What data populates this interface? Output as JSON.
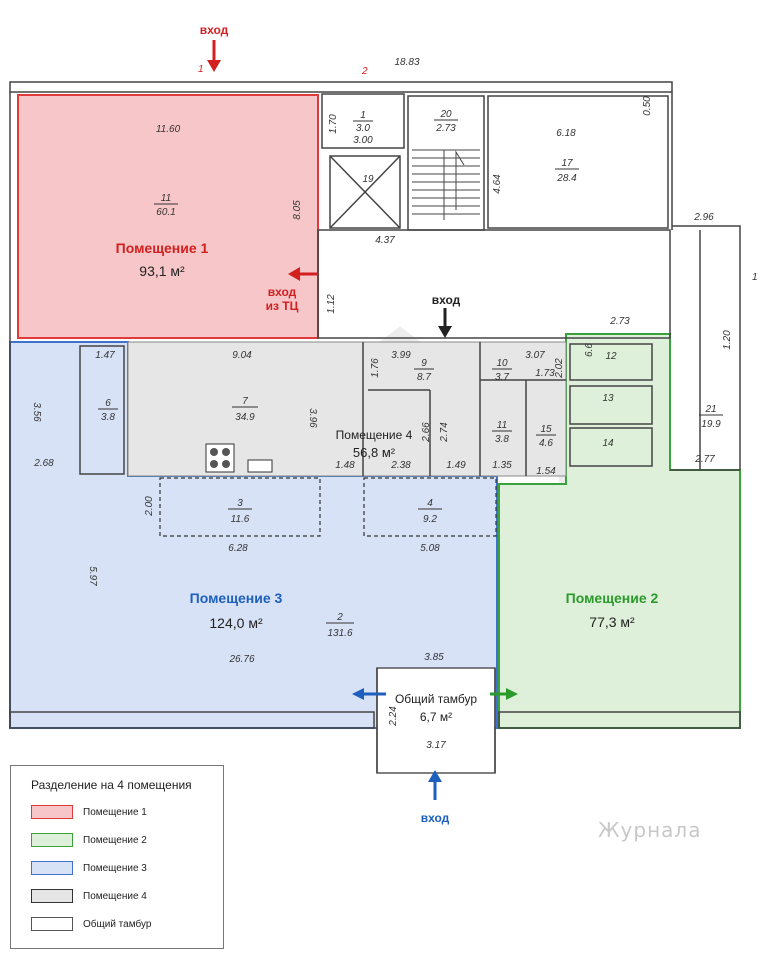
{
  "entrances": {
    "top": "вход",
    "corridor": "вход",
    "bottom": "вход",
    "from_mall_line1": "вход",
    "from_mall_line2": "из ТЦ"
  },
  "axes": {
    "a1": "1",
    "a2": "2",
    "right": "1"
  },
  "zones": [
    {
      "id": "z1",
      "title": "Помещение 1",
      "area": "93,1 м²",
      "color": "#d21f1f"
    },
    {
      "id": "z2",
      "title": "Помещение 2",
      "area": "77,3 м²",
      "color": "#2a9a2a"
    },
    {
      "id": "z3",
      "title": "Помещение 3",
      "area": "124,0 м²",
      "color": "#1c5fbd"
    },
    {
      "id": "z4",
      "title": "Помещение 4",
      "area": "56,8 м²",
      "color": "#222222"
    },
    {
      "id": "z5",
      "title": "Общий тамбур",
      "area": "6,7 м²",
      "color": "#222222"
    }
  ],
  "rooms": [
    {
      "num": "11",
      "area": "60.1"
    },
    {
      "num": "1",
      "area": "3.0"
    },
    {
      "num": "20",
      "area": "2.73"
    },
    {
      "num": "17",
      "area": "28.4"
    },
    {
      "num": "19",
      "area": ""
    },
    {
      "num": "6",
      "area": "3.8"
    },
    {
      "num": "7",
      "area": "34.9"
    },
    {
      "num": "9",
      "area": "8.7"
    },
    {
      "num": "10",
      "area": "3.7"
    },
    {
      "num": "11",
      "area": "3.8"
    },
    {
      "num": "15",
      "area": "4.6"
    },
    {
      "num": "12",
      "area": ""
    },
    {
      "num": "13",
      "area": ""
    },
    {
      "num": "14",
      "area": ""
    },
    {
      "num": "21",
      "area": "19.9"
    },
    {
      "num": "3",
      "area": "11.6"
    },
    {
      "num": "4",
      "area": "9.2"
    },
    {
      "num": "2",
      "area": "131.6"
    }
  ],
  "dimensions": {
    "top_total": "18.83",
    "r1_width": "11.60",
    "r1_height": "8.05",
    "room1_h": "1.70",
    "room1_w": "3.00",
    "r17_w": "6.18",
    "r17_side": "0.50",
    "stair_h": "4.64",
    "elev_w": "4.37",
    "corr_h": "1.12",
    "right_w": "2.96",
    "r21_top": "2.73",
    "r21_h": "1.20",
    "r21_bottom": "2.77",
    "r6_w": "1.47",
    "r7_w": "9.04",
    "left_h": "3.56",
    "left_w": "2.68",
    "r7_h": "3.96",
    "r9_w": "3.99",
    "r9_side": "1.76",
    "r10_w": "3.07",
    "r10_h": "2.02",
    "r10_side": "1.73",
    "r10_top": "6.6",
    "z4_w1": "1.48",
    "z4_w2": "2.38",
    "z4_h1": "2.66",
    "z4_h2": "2.74",
    "z4_w3": "1.49",
    "r11_w": "1.35",
    "r15_w": "1.54",
    "r3_h": "2.00",
    "r3_w": "6.28",
    "r4_w": "5.08",
    "z3_h": "5.97",
    "z3_w": "26.76",
    "tambur_top": "3.85",
    "tambur_h": "2.24",
    "tambur_w": "3.17"
  },
  "legend": {
    "title": "Разделение на 4 помещения",
    "items": [
      {
        "label": "Помещение 1",
        "color": "#e03a3a"
      },
      {
        "label": "Помещение 2",
        "color": "#3aa23a"
      },
      {
        "label": "Помещение 3",
        "color": "#3e72cc"
      },
      {
        "label": "Помещение 4",
        "color": "#8a8a8a"
      },
      {
        "label": "Общий тамбур",
        "color": "#555555"
      }
    ]
  },
  "watermark": "Журнала"
}
